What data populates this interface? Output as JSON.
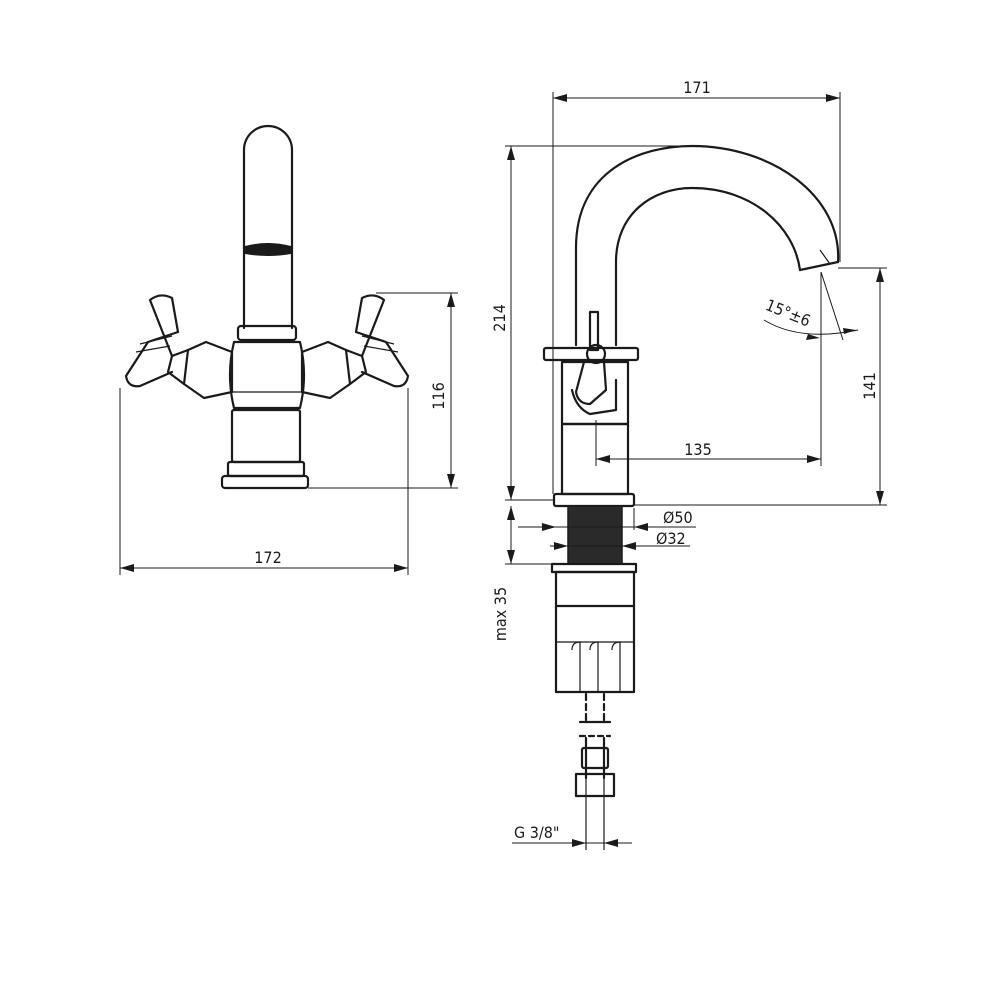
{
  "drawing": {
    "front_view": {
      "width_dimension": "172",
      "height_dimension": "116"
    },
    "side_view": {
      "reach_total_dimension": "171",
      "height_total_dimension": "214",
      "spout_height_dimension": "141",
      "spout_reach_dimension": "135",
      "angle_dimension": "15°±6",
      "body_diameter_dimension": "Ø50",
      "hole_diameter_dimension": "Ø32",
      "deck_thickness_dimension": "max 35",
      "connection_dimension": "G 3/8\""
    }
  }
}
